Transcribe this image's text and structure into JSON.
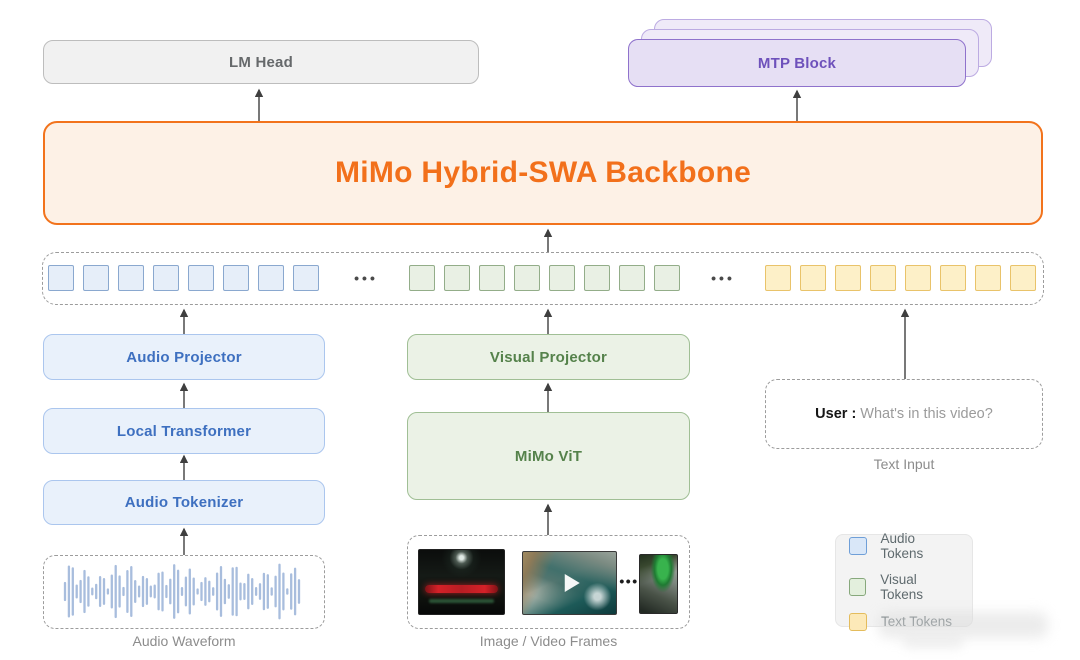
{
  "diagram": {
    "lm_head": "LM Head",
    "mtp_block": "MTP Block",
    "backbone": "MiMo Hybrid-SWA Backbone",
    "audio_projector": "Audio Projector",
    "local_transformer": "Local Transformer",
    "audio_tokenizer": "Audio Tokenizer",
    "visual_projector": "Visual Projector",
    "mimo_vit": "MiMo ViT",
    "user_prefix": "User :",
    "user_query": "What's in this video?",
    "text_input_label": "Text Input",
    "audio_waveform_label": "Audio Waveform",
    "frames_label": "Image / Video Frames",
    "ellipsis": "•••"
  },
  "tokens": {
    "groups": [
      {
        "type": "audio",
        "count": 8
      },
      {
        "type": "visual",
        "count": 8
      },
      {
        "type": "text",
        "count": 8
      }
    ]
  },
  "legend": {
    "items": [
      {
        "label": "Audio Tokens",
        "fill": "#d9e7f8",
        "border": "#6f9fd8"
      },
      {
        "label": "Visual Tokens",
        "fill": "#e3efdd",
        "border": "#87a87c"
      },
      {
        "label": "Text Tokens",
        "fill": "#fce9b8",
        "border": "#e4bc5c"
      }
    ]
  },
  "colors": {
    "backbone_accent": "#f2701b",
    "backbone_fill": "#fdf1e6",
    "audio_text": "#3e70c0",
    "audio_fill": "#e9f1fb",
    "visual_text": "#55824b",
    "visual_fill": "#ebf2e6",
    "mtp_text": "#6e51bb",
    "mtp_fill": "#e6dff4",
    "lm_head_fill": "#f1f1f1",
    "arrow": "#3f3f3f",
    "waveform": "#9fb6da"
  }
}
